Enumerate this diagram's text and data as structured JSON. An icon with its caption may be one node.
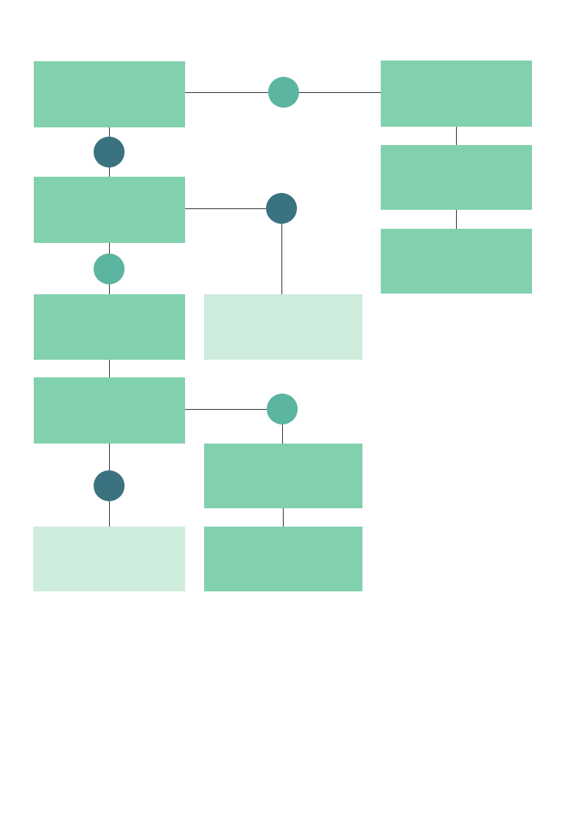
{
  "diagram": {
    "nodes": [
      {
        "text": [],
        "shape": "box"
      },
      {
        "text": [],
        "shape": "circle"
      },
      {
        "text": [],
        "shape": "box"
      },
      {
        "text": [],
        "shape": "circle"
      },
      {
        "text": [],
        "shape": "box"
      },
      {
        "text": [],
        "shape": "circle"
      },
      {
        "text": [],
        "shape": "box"
      },
      {
        "text": [],
        "shape": "circle"
      },
      {
        "text": [],
        "shape": "box"
      },
      {
        "text": [],
        "shape": "box"
      },
      {
        "text": [],
        "shape": "box"
      },
      {
        "text": [],
        "shape": "box"
      },
      {
        "text": [],
        "shape": "circle"
      },
      {
        "text": [],
        "shape": "box"
      },
      {
        "text": [],
        "shape": "circle"
      },
      {
        "text": [],
        "shape": "box"
      },
      {
        "text": [],
        "shape": "box"
      }
    ],
    "edges": [
      {
        "from": 0,
        "to": 1,
        "arrow": "none"
      },
      {
        "from": 1,
        "to": 2,
        "arrow": "none"
      },
      {
        "from": 0,
        "to": 3,
        "arrow": "none"
      },
      {
        "from": 3,
        "to": 4,
        "arrow": "none"
      },
      {
        "from": 2,
        "to": 6,
        "arrow": "none"
      },
      {
        "from": 4,
        "to": 5,
        "arrow": "none"
      },
      {
        "from": 5,
        "to": 9,
        "arrow": "none"
      },
      {
        "from": 6,
        "to": 10,
        "arrow": "none"
      },
      {
        "from": 4,
        "to": 7,
        "arrow": "none"
      },
      {
        "from": 7,
        "to": 8,
        "arrow": "none"
      },
      {
        "from": 8,
        "to": 11,
        "arrow": "none"
      },
      {
        "from": 11,
        "to": 12,
        "arrow": "none"
      },
      {
        "from": 12,
        "to": 13,
        "arrow": "none"
      },
      {
        "from": 13,
        "to": 16,
        "arrow": "none"
      },
      {
        "from": 11,
        "to": 14,
        "arrow": "none"
      },
      {
        "from": 14,
        "to": 15,
        "arrow": "none"
      }
    ]
  }
}
